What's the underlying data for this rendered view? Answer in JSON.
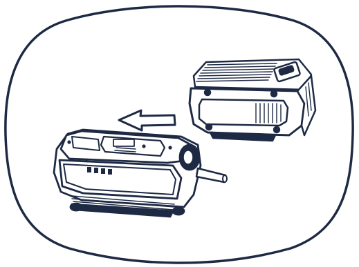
{
  "diagram": {
    "frame_shape": "rounded-blob-outline",
    "colors": {
      "ink": "#1e2a44",
      "paper": "#ffffff",
      "shadow": "#2a3550"
    },
    "parts": [
      {
        "id": "battery",
        "icon": "battery-pack-icon"
      },
      {
        "id": "charger",
        "icon": "charger-base-icon"
      },
      {
        "id": "direction",
        "icon": "arrow-left-icon"
      },
      {
        "id": "cable",
        "icon": "power-cord-icon"
      }
    ]
  }
}
